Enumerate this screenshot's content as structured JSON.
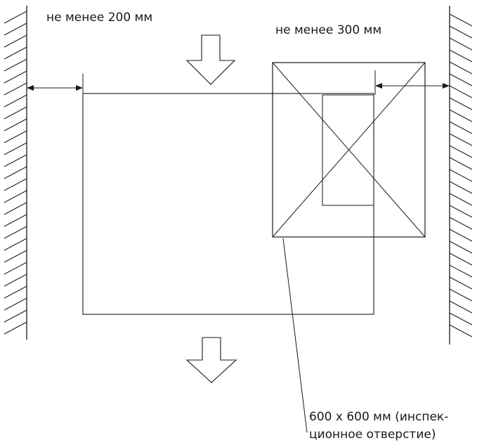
{
  "labels": {
    "left_clearance": "не менее 200 мм",
    "right_clearance": "не менее 300 мм",
    "inspection_line1": "600 x 600 мм (инспек-",
    "inspection_line2": "ционное отверстие)"
  },
  "colors": {
    "stroke": "#1a1a1a",
    "background": "#ffffff"
  }
}
